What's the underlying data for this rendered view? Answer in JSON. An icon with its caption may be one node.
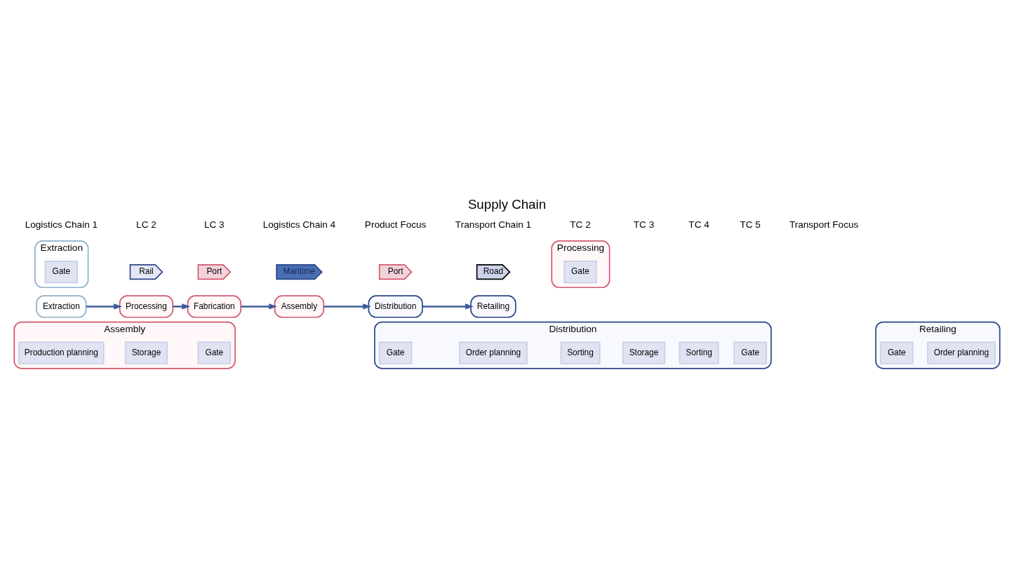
{
  "diagram": {
    "title": "Supply Chain",
    "nodes": [
      {
        "text": [
          "Assembly"
        ]
      },
      {
        "text": [
          "Production planning"
        ],
        "in": 0
      },
      {
        "text": [
          "Storage"
        ],
        "in": 0
      },
      {
        "text": [
          "Gate"
        ],
        "in": 0
      },
      {
        "text": [
          "Distribution"
        ]
      },
      {
        "text": [
          "Gate"
        ],
        "in": 4
      },
      {
        "text": [
          "Order planning"
        ],
        "in": 4
      },
      {
        "text": [
          "Sorting"
        ],
        "in": 4
      },
      {
        "text": [
          "Storage"
        ],
        "in": 4
      },
      {
        "text": [
          "Sorting"
        ],
        "in": 4
      },
      {
        "text": [
          "Gate"
        ],
        "in": 4
      },
      {
        "text": [
          "Retailing"
        ]
      },
      {
        "text": [
          "Gate"
        ],
        "in": 11
      },
      {
        "text": [
          "Order planning"
        ],
        "in": 11
      },
      {
        "text": [
          "Extraction"
        ]
      },
      {
        "text": [
          "Processing"
        ]
      },
      {
        "text": [
          "Fabrication"
        ]
      },
      {
        "text": [
          "Assembly"
        ]
      },
      {
        "text": [
          "Distribution"
        ]
      },
      {
        "text": [
          "Retailing"
        ]
      },
      {
        "text": [
          "Extraction"
        ]
      },
      {
        "text": [
          "Gate"
        ],
        "in": 20
      },
      {
        "text": [
          "Rail"
        ]
      },
      {
        "text": [
          "Port"
        ]
      },
      {
        "text": [
          "Maritime"
        ]
      },
      {
        "text": [
          "Port"
        ]
      },
      {
        "text": [
          "Road"
        ]
      },
      {
        "text": [
          "Processing"
        ]
      },
      {
        "text": [
          "Gate"
        ],
        "in": 27
      }
    ],
    "edges": [
      {
        "from": 14,
        "to": 15,
        "arrow": "to"
      },
      {
        "from": 15,
        "to": 16,
        "arrow": "to"
      },
      {
        "from": 16,
        "to": 17,
        "arrow": "to"
      },
      {
        "from": 17,
        "to": 18,
        "arrow": "to"
      },
      {
        "from": 18,
        "to": 19,
        "arrow": "to"
      }
    ],
    "labels": [
      "Logistics Chain 1",
      "LC 2",
      "LC 3",
      "Logistics Chain 4",
      "Product Focus",
      "Transport Chain 1",
      "TC 2",
      "TC 3",
      "TC 4",
      "TC 5",
      "Transport Focus"
    ]
  }
}
